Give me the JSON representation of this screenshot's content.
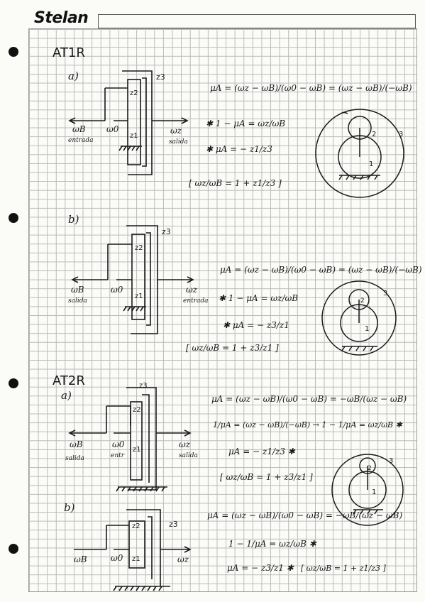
{
  "header": {
    "brand": "Stelan"
  },
  "sections": {
    "at1r": {
      "title": "AT1R",
      "a": {
        "label": "a)",
        "z3": "z3",
        "z2": "z2",
        "z1": "z1",
        "wb": "ωB",
        "wb_note": "entrada",
        "w0": "ω0",
        "wz": "ωz",
        "wz_note": "salida",
        "mu": "μA = (ωz − ωB)/(ω0 − ωB) = (ωz − ωB)/(−ωB)",
        "eq1": "✱ 1 − μA = ωz/ωB",
        "eq2": "✱ μA = − z1/z3",
        "boxed": "[ ωz/ωB = 1 + z1/z3 ]",
        "d1": "1",
        "d2": "2",
        "d3": "3"
      },
      "b": {
        "label": "b)",
        "z3": "z3",
        "z2": "z2",
        "z1": "z1",
        "wb": "ωB",
        "wb_note": "salida",
        "w0": "ω0",
        "wz": "ωz",
        "wz_note": "entrada",
        "mu": "μA = (ωz − ωB)/(ω0 − ωB) = (ωz − ωB)/(−ωB)",
        "eq1": "✱ 1 − μA = ωz/ωB",
        "eq2": "✱ μA = − z3/z1",
        "boxed": "[ ωz/ωB = 1 + z3/z1 ]",
        "d1": "1",
        "d2": "2",
        "d3": "3"
      }
    },
    "at2r": {
      "title": "AT2R",
      "a": {
        "label": "a)",
        "z3": "z3",
        "z2": "z2",
        "z1": "z1",
        "wb": "ωB",
        "wb_note": "salida",
        "w0": "ω0",
        "w0_note": "entr",
        "wz": "ωz",
        "wz_note": "salida",
        "mu": "μA = (ωz − ωB)/(ω0 − ωB) = −ωB/(ωz − ωB)",
        "eq1": "1/μA = (ωz − ωB)/(−ωB) → 1 − 1/μA = ωz/ωB ✱",
        "eq2": "μA = − z1/z3 ✱",
        "boxed": "[ ωz/ωB = 1 + z3/z1 ]",
        "d1": "1",
        "d2": "2",
        "d3": "3"
      },
      "b": {
        "label": "b)",
        "z3": "z3",
        "z2": "z2",
        "z1": "z1",
        "wb": "ωB",
        "w0": "ω0",
        "wz": "ωz",
        "mu": "μA = (ωz − ωB)/(ω0 − ωB) = −ωB/(ωz − ωB)",
        "eq1": "1 − 1/μA = ωz/ωB ✱",
        "eq2": "μA = − z3/z1 ✱",
        "boxed": "[ ωz/ωB = 1 + z1/z3 ]"
      }
    }
  }
}
